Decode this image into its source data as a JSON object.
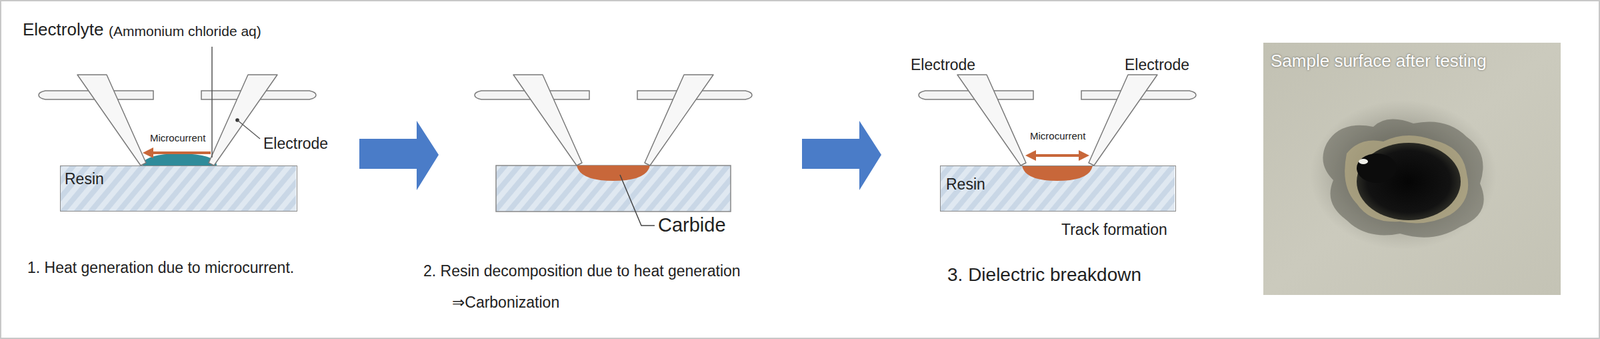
{
  "diagram": {
    "nodes": [
      {
        "text": [
          "Resin"
        ]
      },
      {
        "text": [
          "Resin"
        ]
      },
      {
        "text": [
          "Sample surface after testing"
        ]
      }
    ],
    "labels": [
      "Electrolyte",
      "(Ammonium chloride aq)",
      "Microcurrent",
      "Electrode",
      "1. Heat generation due to microcurrent.",
      "Carbide",
      "2. Resin decomposition due to heat generation",
      "⇒Carbonization",
      "Electrode",
      "Electrode",
      "Microcurrent",
      "Track formation",
      "3. Dielectric breakdown"
    ]
  }
}
